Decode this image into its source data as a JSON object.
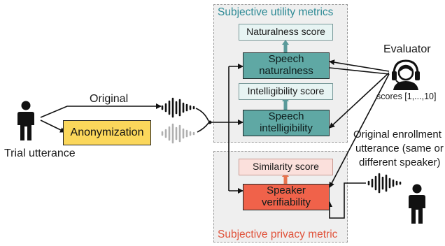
{
  "utility_panel": {
    "title": "Subjective utility metrics",
    "title_color": "#2e8a95"
  },
  "privacy_panel": {
    "title": "Subjective privacy metric",
    "title_color": "#e0523a"
  },
  "boxes": {
    "naturalness_score": "Naturalness score",
    "speech_naturalness_line1": "Speech",
    "speech_naturalness_line2": "naturalness",
    "intelligibility_score": "Intelligibility score",
    "speech_intelligibility_line1": "Speech",
    "speech_intelligibility_line2": "intelligibility",
    "similarity_score": "Similarity score",
    "speaker_verifiability_line1": "Speaker",
    "speaker_verifiability_line2": "verifiability",
    "anonymization": "Anonymization"
  },
  "labels": {
    "original": "Original",
    "trial_utterance": "Trial utterance",
    "evaluator": "Evaluator",
    "scores": "scores [1,...,10]",
    "enrollment_line1": "Original enrollment",
    "enrollment_line2": "utterance (same or",
    "enrollment_line3": "different speaker)"
  },
  "colors": {
    "metric_teal": "#5fa8a4",
    "score_teal": "#e7f4f3",
    "verifiability_red": "#f0624a",
    "similarity_pink": "#fbe0dc",
    "anonymization_yellow": "#fbd75b",
    "waveform_gray": "#b0b0b0"
  },
  "icons": [
    "person-icon",
    "headset-person-icon",
    "waveform-icon"
  ]
}
